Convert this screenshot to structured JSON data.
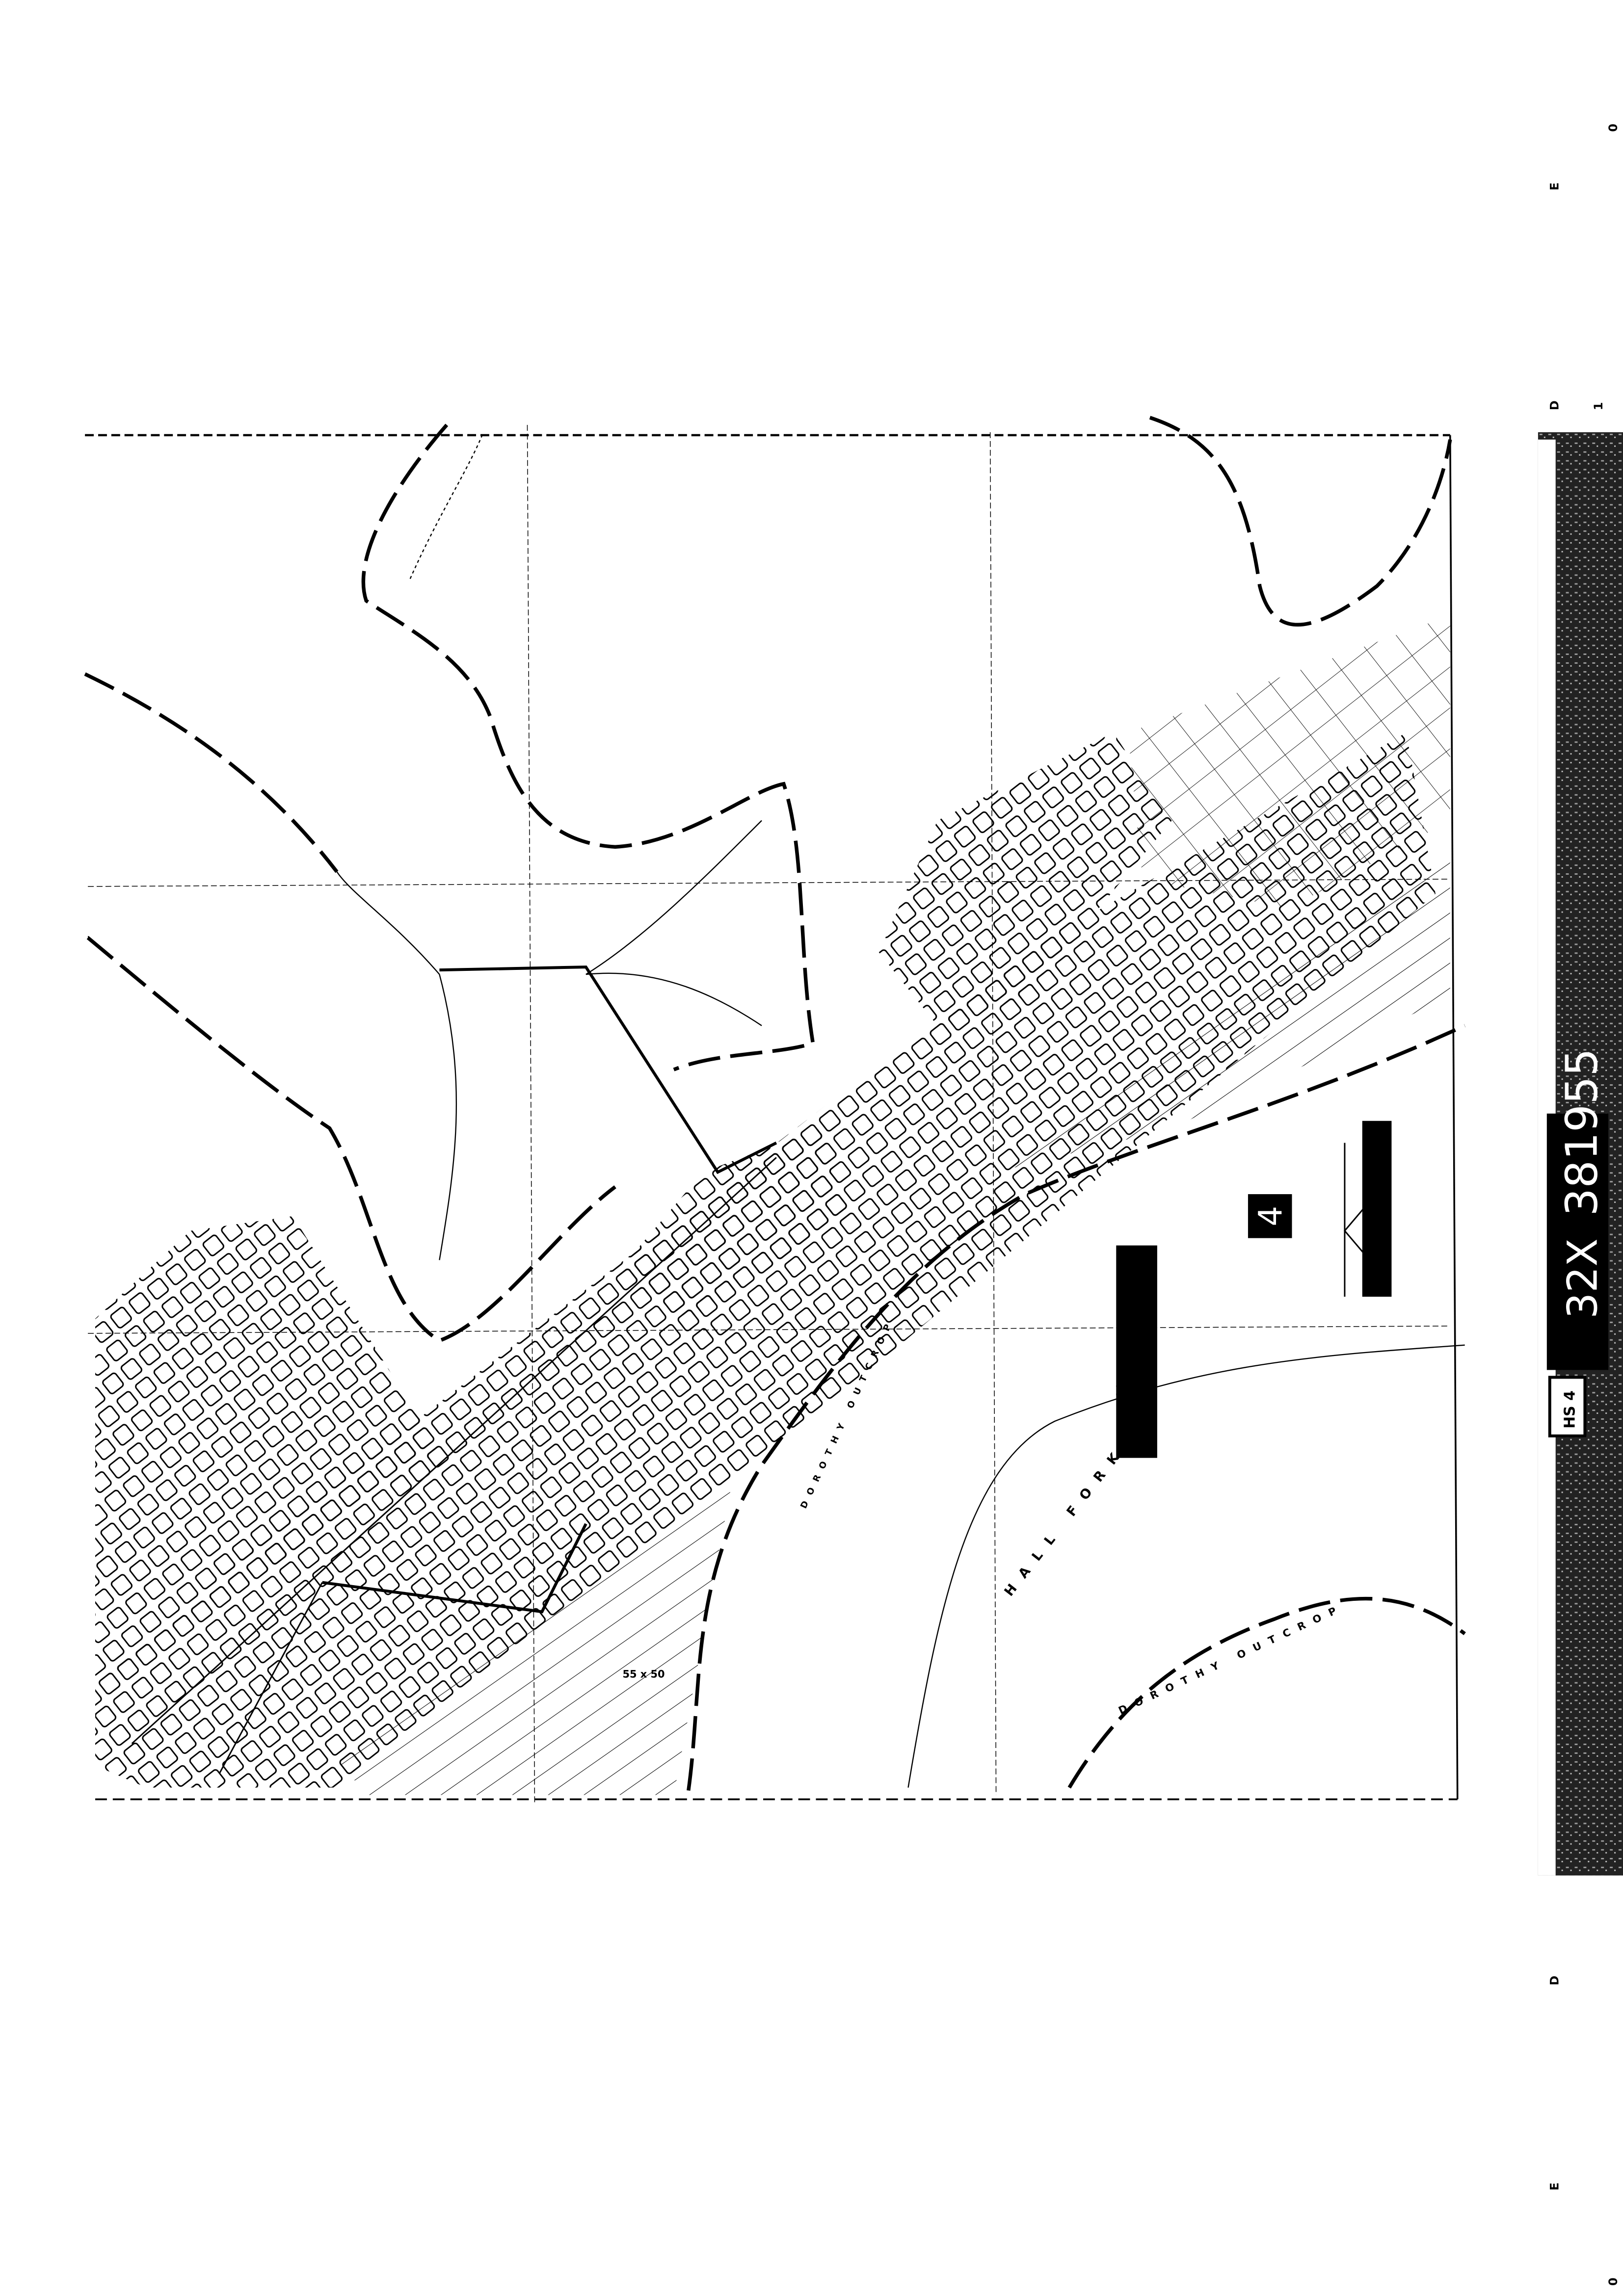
{
  "sheet": {
    "frame_id": "32X",
    "frame_number": "381955",
    "series_label": "HS 4",
    "sheet_number": "4",
    "corner_marks": [
      "E",
      "0",
      "D",
      "1"
    ]
  },
  "labels": {
    "stream": "HALL FORK",
    "outcrop_lower": "DOROTHY OUTCROP",
    "outcrop_upper": "DOROTHY OUTCROP",
    "lot_size": "55 x 50",
    "scale_value": "100"
  },
  "colors": {
    "ink": "#000000",
    "paper": "#ffffff"
  }
}
